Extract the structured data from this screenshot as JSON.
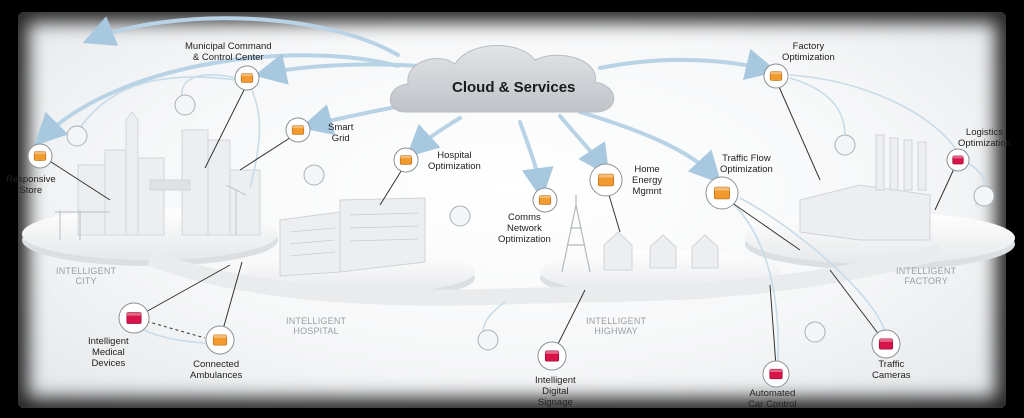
{
  "cloud": {
    "title": "Cloud & Services"
  },
  "zones": {
    "city": "INTELLIGENT\nCITY",
    "hospital": "INTELLIGENT\nHOSPITAL",
    "highway": "INTELLIGENT\nHIGHWAY",
    "factory": "INTELLIGENT\nFACTORY"
  },
  "labels": {
    "municipal": "Municipal Command\n& Control Center",
    "store": "Responsive\nStore",
    "grid": "Smart\nGrid",
    "hospital_opt": "Hospital\nOptimization",
    "comms": "Comms\nNetwork\nOptimization",
    "home": "Home\nEnergy\nMgmnt",
    "traffic_flow": "Traffic Flow\nOptimization",
    "factory_opt": "Factory\nOptimization",
    "logistics": "Logistics\nOptimization",
    "medical": "Intelligent\nMedical\nDevices",
    "ambulance": "Connected\nAmbulances",
    "signage": "Intelligent\nDigital\nSignage",
    "automated": "Automated\nCar Control",
    "cameras": "Traffic\nCameras"
  },
  "colors": {
    "orange": "#f29a2e",
    "red": "#d8144a",
    "arrow": "#b9d3e6",
    "cloud": "#cfd2d6"
  }
}
